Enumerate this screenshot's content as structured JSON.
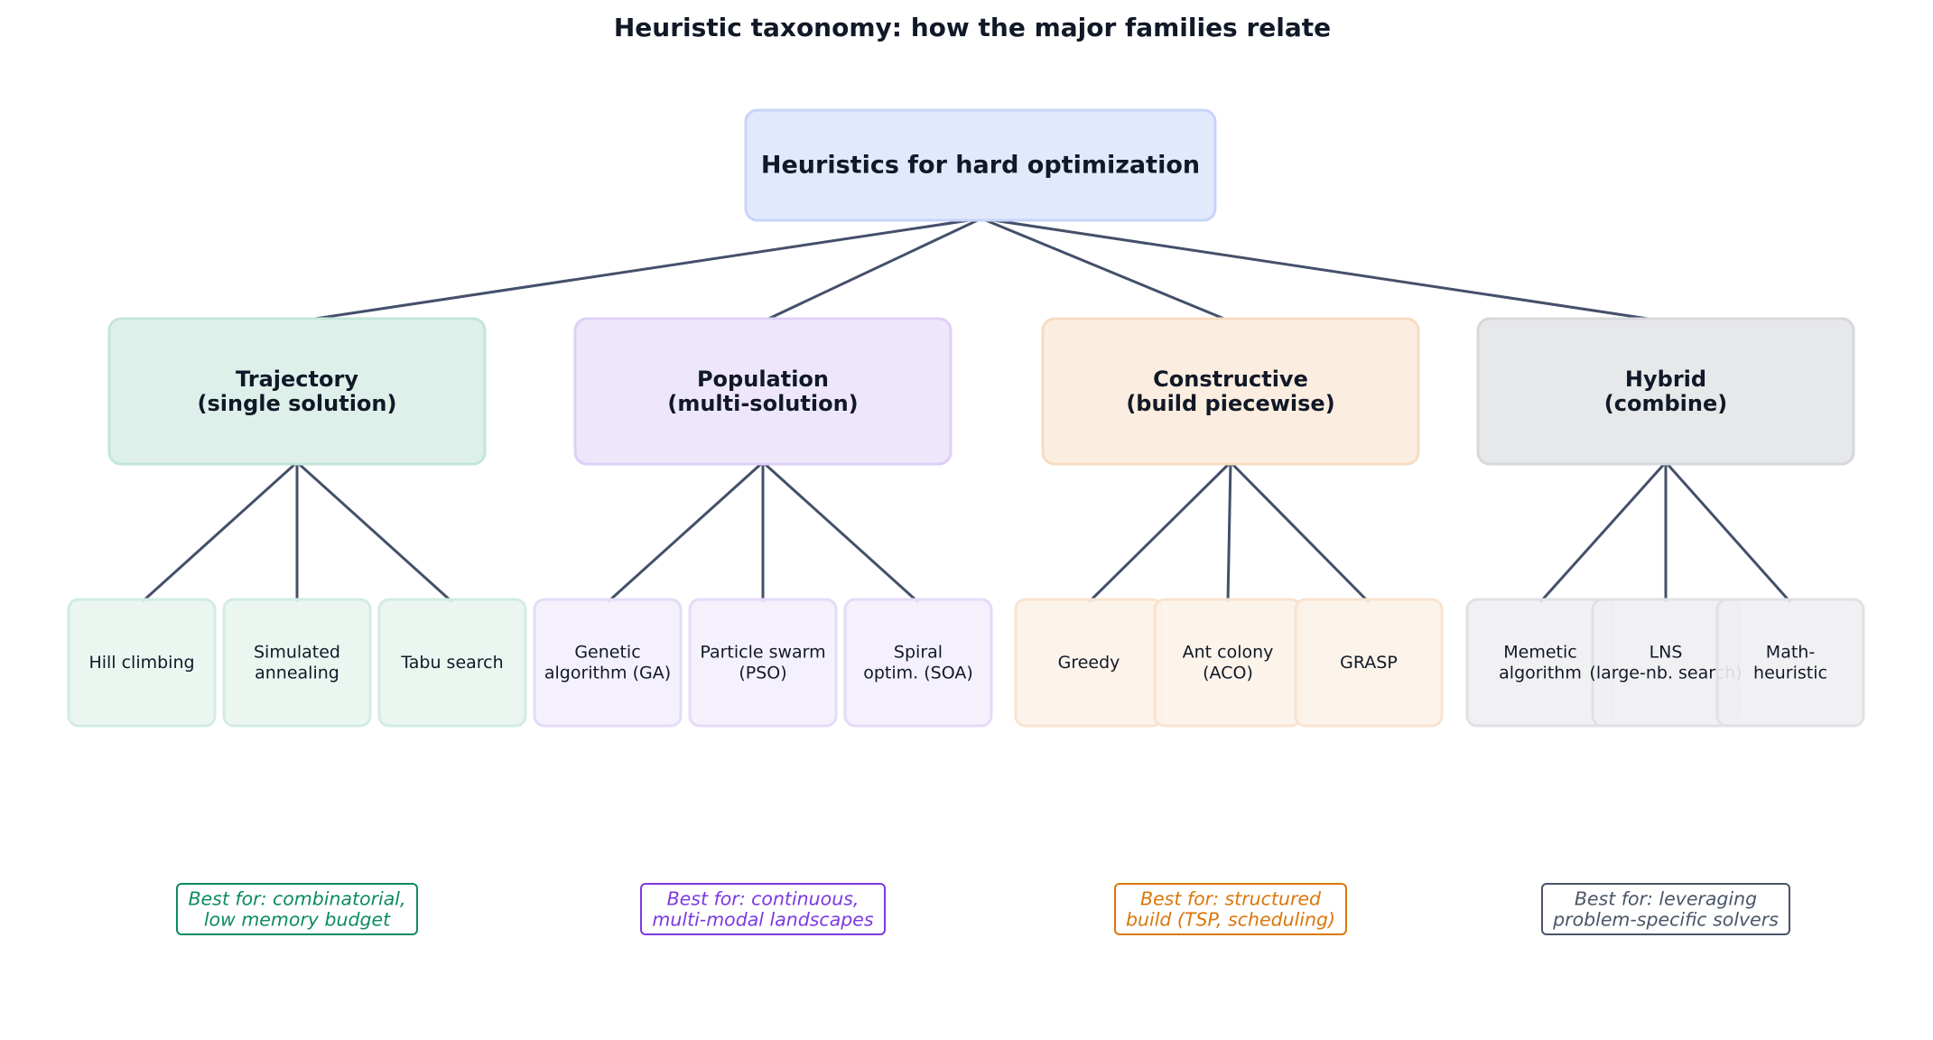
{
  "title": "Heuristic taxonomy: how the major families relate",
  "root": {
    "label": "Heuristics for hard optimization",
    "fill": "#e3e9fd",
    "stroke": "#c7d4f8"
  },
  "families": [
    {
      "id": "trajectory",
      "lines": [
        "Trajectory",
        "(single solution)"
      ],
      "fill": "#ddf1ea",
      "stroke": "#c3e6d9",
      "leaf_fill": "#e9f5f0",
      "leaf_stroke": "#d2ece2",
      "leaves": [
        [
          "Hill climbing"
        ],
        [
          "Simulated",
          "annealing"
        ],
        [
          "Tabu search"
        ]
      ],
      "note": {
        "lines": [
          "Best for: combinatorial,",
          "low memory budget"
        ],
        "color": "#0d8b60"
      }
    },
    {
      "id": "population",
      "lines": [
        "Population",
        "(multi-solution)"
      ],
      "fill": "#eee7fb",
      "stroke": "#ddd0f7",
      "leaf_fill": "#f3effc",
      "leaf_stroke": "#e4dbf8",
      "leaves": [
        [
          "Genetic",
          "algorithm (GA)"
        ],
        [
          "Particle swarm",
          "(PSO)"
        ],
        [
          "Spiral",
          "optim. (SOA)"
        ]
      ],
      "note": {
        "lines": [
          "Best for: continuous,",
          "multi-modal landscapes"
        ],
        "color": "#7c3adf"
      }
    },
    {
      "id": "constructive",
      "lines": [
        "Constructive",
        "(build piecewise)"
      ],
      "fill": "#fbeee0",
      "stroke": "#f6dcc2",
      "leaf_fill": "#fcf2e8",
      "leaf_stroke": "#f8e3cf",
      "leaves": [
        [
          "Greedy"
        ],
        [
          "Ant colony",
          "(ACO)"
        ],
        [
          "GRASP"
        ]
      ],
      "note": {
        "lines": [
          "Best for: structured",
          "build (TSP, scheduling)"
        ],
        "color": "#d9770a"
      }
    },
    {
      "id": "hybrid",
      "lines": [
        "Hybrid",
        "(combine)"
      ],
      "fill": "#e7e8ea",
      "stroke": "#d6d8dc",
      "leaf_fill": "#eff0f2",
      "leaf_stroke": "#dfe1e5",
      "leaves": [
        [
          "Memetic",
          "algorithm"
        ],
        [
          "LNS",
          "(large-nb. search)"
        ],
        [
          "Math-",
          "heuristic"
        ]
      ],
      "note": {
        "lines": [
          "Best for: leveraging",
          "problem-specific solvers"
        ],
        "color": "#4a5568"
      }
    }
  ]
}
